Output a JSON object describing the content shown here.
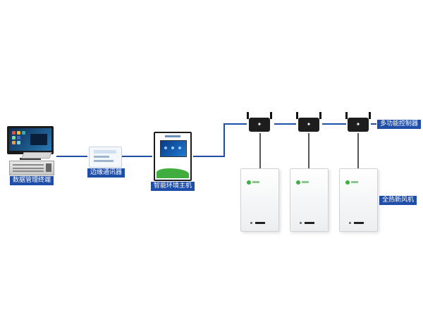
{
  "labels": {
    "terminal": "数据管理终端",
    "gateway": "边缘通讯器",
    "host": "智能环境主机",
    "controller": "多功能控制器",
    "fresh_air": "全热新风机"
  },
  "icons": {
    "terminal": "computer-workstation-icon",
    "gateway": "gateway-device-icon",
    "host": "touch-panel-host-icon",
    "controller": "controller-module-icon",
    "unit": "fresh-air-unit-icon"
  },
  "colors": {
    "link": "#1f4ea8",
    "label_bg": "#1f4ea8",
    "label_text": "#ffffff"
  }
}
